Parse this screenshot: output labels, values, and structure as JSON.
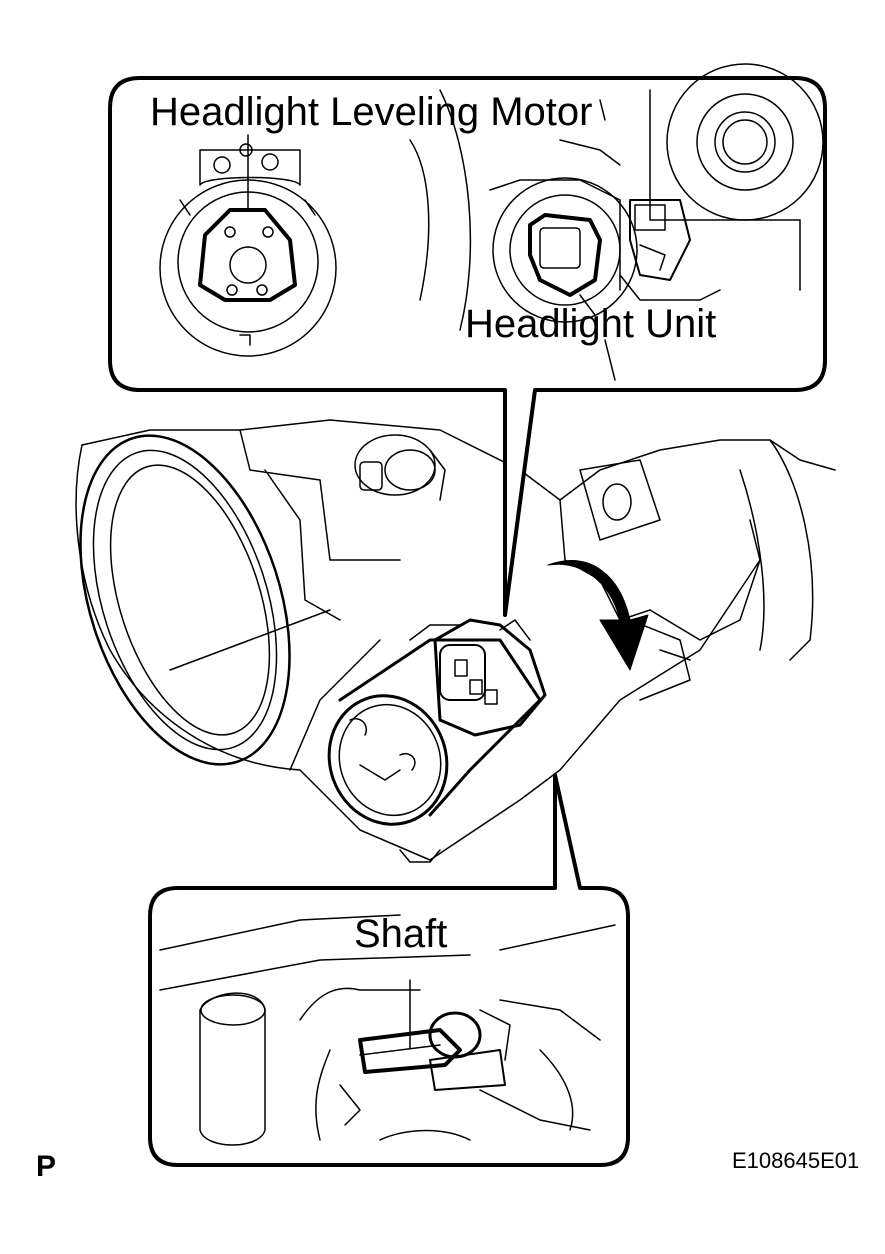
{
  "labels": {
    "headlight_leveling_motor": "Headlight Leveling Motor",
    "headlight_unit": "Headlight Unit",
    "shaft": "Shaft",
    "page_marker": "P",
    "figure_code": "E108645E01"
  },
  "colors": {
    "ink": "#000000",
    "paper": "#ffffff"
  },
  "icons": {
    "rotation_arrow": "curved-arrow-icon"
  }
}
